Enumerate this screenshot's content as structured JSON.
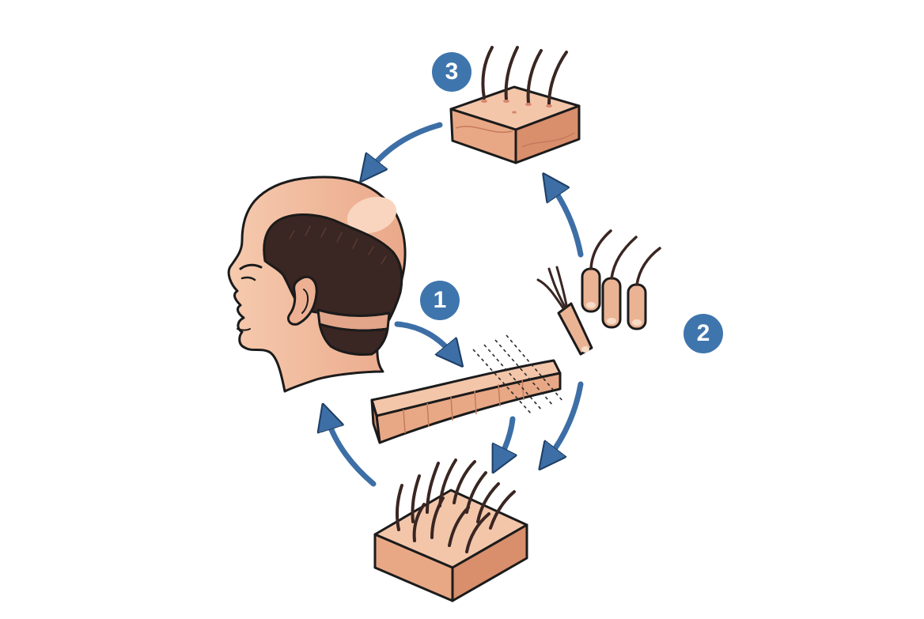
{
  "colors": {
    "badge": "#3f75ad",
    "arrow": "#3d6fa6",
    "skin": "#f2bd9e",
    "skin_shadow": "#dd9a7c",
    "skin_light": "#f9d6c1",
    "tissue_top": "#f3c6aa",
    "tissue_front": "#e8a886",
    "tissue_side": "#d98e6c",
    "hair": "#3a2622",
    "outline": "#1b1b1b"
  },
  "steps": [
    {
      "number": "1",
      "icon": "tissue-strip-harvest"
    },
    {
      "number": "2",
      "icon": "follicular-unit-grafts"
    },
    {
      "number": "3",
      "icon": "transplanted-scalp-block"
    }
  ],
  "elements": {
    "head": "balding-head-profile-icon",
    "donor_block": "hair-bearing-skin-block-icon",
    "recipient_block": "recipient-skin-block-icon"
  }
}
